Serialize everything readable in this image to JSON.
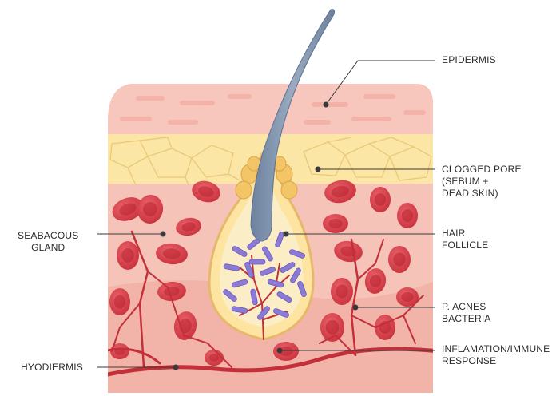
{
  "labels": {
    "epidermis": "EPIDERMIS",
    "clogged_pore": "CLOGGED PORE\n(SEBUM +\nDEAD SKIN)",
    "hair_follicle": "HAIR\nFOLLICLE",
    "p_acnes": "P. ACNES\nBACTERIA",
    "inflammation": "INFLAMATION/IMMUNE\nRESPONSE",
    "sebaceous_gland": "SEABACOUS\nGLAND",
    "hypodermis": "HYODIERMIS"
  },
  "colors": {
    "epidermis": "#f7c6bd",
    "fat_layer": "#fbe6a6",
    "dermis": "#f6c3b8",
    "blood_cell": "#d9444e",
    "vessel": "#c4303a",
    "hair": "#7f93ab",
    "bacteria": "#8b7bd6",
    "follicle": "#fde4a1",
    "leader_line": "#3a3a3a"
  }
}
